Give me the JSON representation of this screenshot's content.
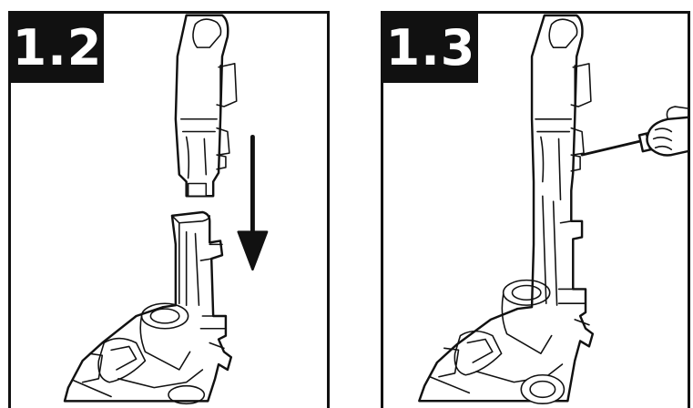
{
  "steps": [
    {
      "label": "1.2",
      "action": "attach-handle-downward-arrow"
    },
    {
      "label": "1.3",
      "action": "tighten-screw-with-screwdriver"
    }
  ],
  "colors": {
    "line": "#111111",
    "background": "#ffffff",
    "badge_text": "#ffffff"
  }
}
